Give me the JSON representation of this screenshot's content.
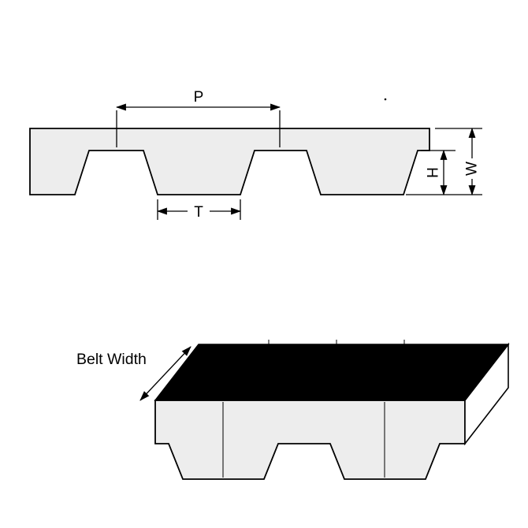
{
  "diagram": {
    "labels": {
      "pitch": "P",
      "tooth_width": "T",
      "tooth_height": "H",
      "belt_thickness": "W",
      "belt_width": "Belt Width"
    },
    "colors": {
      "line": "#000000",
      "belt_fill": "#ededed",
      "top_face": "#000000",
      "end_face": "#ffffff",
      "background": "#ffffff"
    }
  }
}
